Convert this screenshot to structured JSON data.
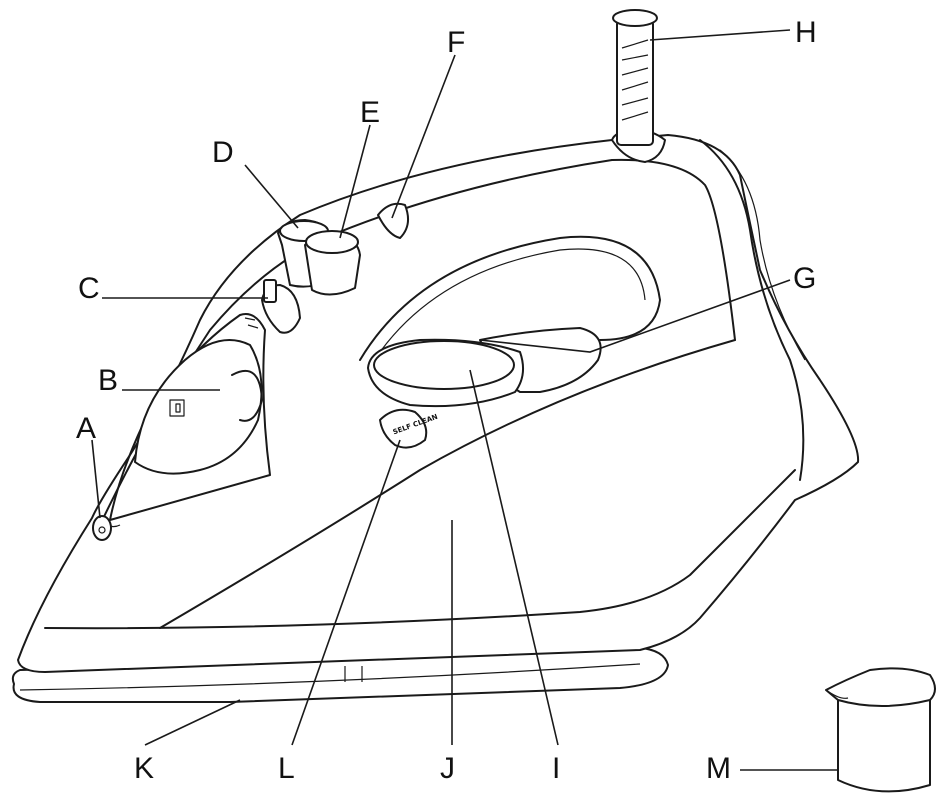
{
  "labels": {
    "A": "A",
    "B": "B",
    "C": "C",
    "D": "D",
    "E": "E",
    "F": "F",
    "G": "G",
    "H": "H",
    "I": "I",
    "J": "J",
    "K": "K",
    "L": "L",
    "M": "M"
  },
  "button_text": {
    "self_clean": "SELF CLEAN"
  }
}
